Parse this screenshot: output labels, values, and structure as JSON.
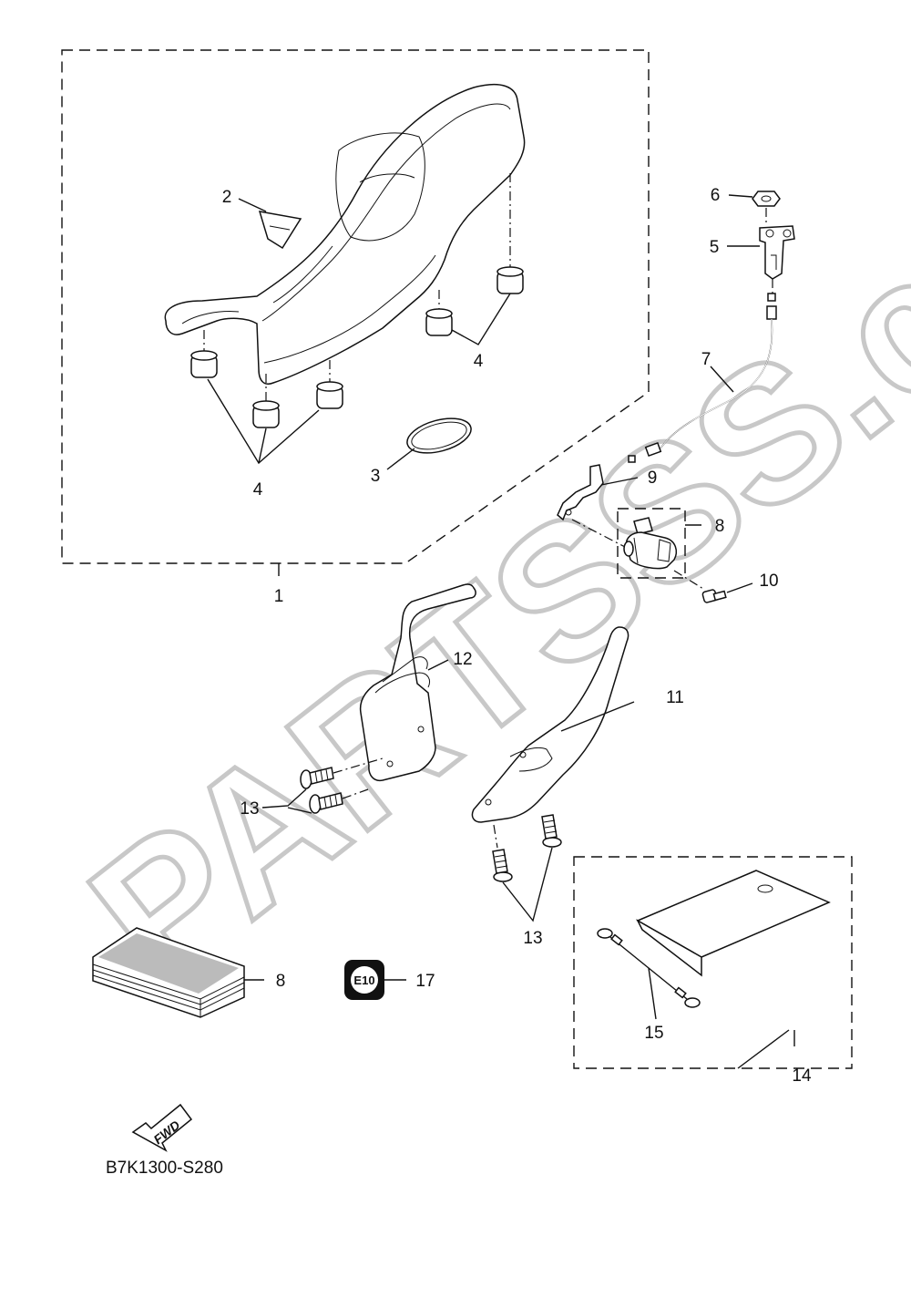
{
  "watermark": "PARTSSS.com",
  "diagram_code": "B7K1300-S280",
  "fwd_label": "FWD",
  "e10_label": "E10",
  "callouts": {
    "c1": "1",
    "c2": "2",
    "c3": "3",
    "c4a": "4",
    "c4b": "4",
    "c5": "5",
    "c6": "6",
    "c7": "7",
    "c8a": "8",
    "c8b": "8",
    "c9": "9",
    "c10": "10",
    "c11": "11",
    "c12": "12",
    "c13a": "13",
    "c13b": "13",
    "c14": "14",
    "c15": "15",
    "c17": "17"
  }
}
